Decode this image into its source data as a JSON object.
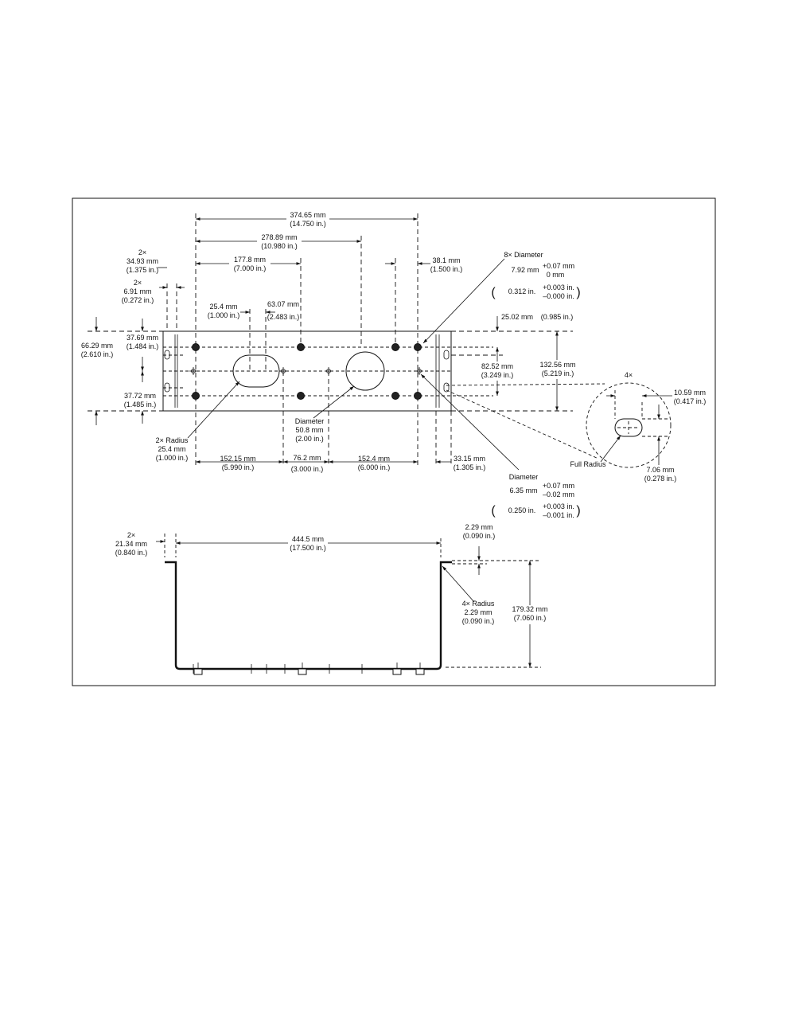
{
  "top_view": {
    "overall": {
      "mm": "374.65 mm",
      "in": "(14.750 in.)"
    },
    "span_278": {
      "mm": "278.89 mm",
      "in": "(10.980 in.)"
    },
    "span_177": {
      "mm": "177.8 mm",
      "in": "(7.000 in.)"
    },
    "edge_3493": {
      "count": "2×",
      "mm": "34.93 mm",
      "in": "(1.375 in.)"
    },
    "edge_691": {
      "count": "2×",
      "mm": "6.91 mm",
      "in": "(0.272 in.)"
    },
    "slot_254": {
      "mm": "25.4 mm",
      "in": "(1.000 in.)"
    },
    "slot_6307": {
      "mm": "63.07 mm",
      "in": "(2.483 in.)"
    },
    "right_381": {
      "mm": "38.1 mm",
      "in": "(1.500 in.)"
    },
    "hole_8x": {
      "title": "8× Diameter",
      "mm": "7.92 mm",
      "tol_plus": "+0.07 mm",
      "tol_minus": "0 mm",
      "in": "0.312 in.",
      "in_plus": "+0.003 in.",
      "in_minus": "–0.000 in."
    },
    "top_2502": {
      "mm": "25.02 mm",
      "in": "(0.985 in.)"
    },
    "height_6629": {
      "mm": "66.29 mm",
      "in": "(2.610 in.)"
    },
    "row_3769": {
      "mm": "37.69 mm",
      "in": "(1.484 in.)"
    },
    "row_3772": {
      "mm": "37.72 mm",
      "in": "(1.485 in.)"
    },
    "pitch_8252": {
      "mm": "82.52 mm",
      "in": "(3.249 in.)"
    },
    "height_13256": {
      "mm": "132.56 mm",
      "in": "(5.219 in.)"
    },
    "radius_2x": {
      "title": "2× Radius",
      "mm": "25.4 mm",
      "in": "(1.000 in.)"
    },
    "diameter_508": {
      "title": "Diameter",
      "mm": "50.8 mm",
      "in": "(2.00 in.)"
    },
    "bottom_15215": {
      "mm": "152.15 mm",
      "in": "(5.990 in.)"
    },
    "bottom_762": {
      "mm": "76.2 mm",
      "in": "(3.000 in.)"
    },
    "bottom_1524": {
      "mm": "152.4 mm",
      "in": "(6.000 in.)"
    },
    "bottom_3315": {
      "mm": "33.15 mm",
      "in": "(1.305 in.)"
    },
    "hole_small": {
      "title": "Diameter",
      "mm": "6.35 mm",
      "tol_plus": "+0.07 mm",
      "tol_minus": "–0.02 mm",
      "in": "0.250 in.",
      "in_plus": "+0.003 in.",
      "in_minus": "–0.001 in."
    }
  },
  "detail": {
    "count": "4×",
    "width": {
      "mm": "10.59 mm",
      "in": "(0.417 in.)"
    },
    "full_radius": "Full Radius",
    "height": {
      "mm": "7.06 mm",
      "in": "(0.278 in.)"
    }
  },
  "side_view": {
    "flange": {
      "count": "2×",
      "mm": "21.34 mm",
      "in": "(0.840 in.)"
    },
    "width": {
      "mm": "444.5 mm",
      "in": "(17.500 in.)"
    },
    "thickness": {
      "mm": "2.29 mm",
      "in": "(0.090 in.)"
    },
    "radius": {
      "title": "4× Radius",
      "mm": "2.29 mm",
      "in": "(0.090 in.)"
    },
    "height": {
      "mm": "179.32 mm",
      "in": "(7.060 in.)"
    }
  }
}
